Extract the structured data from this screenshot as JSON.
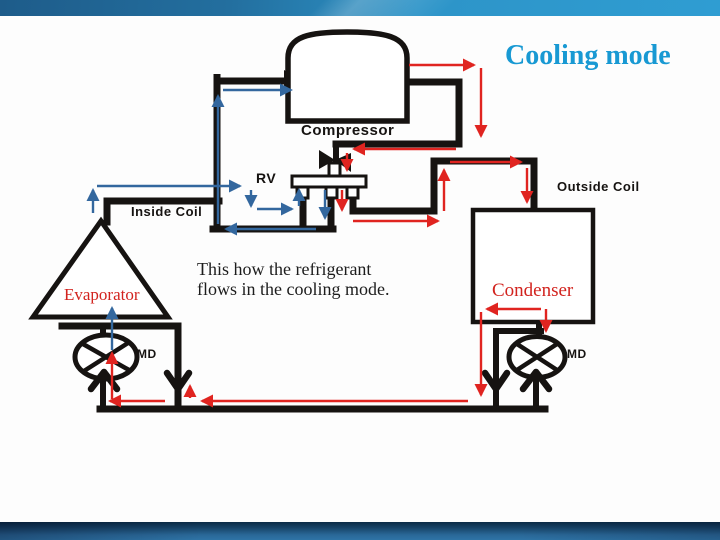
{
  "title": "Cooling mode",
  "note": {
    "line1": "This how the refrigerant",
    "line2": "flows in the cooling mode."
  },
  "labels": {
    "compressor": "Compressor",
    "reversing_valve": "RV",
    "inside_coil": "Inside Coil",
    "outside_coil": "Outside Coil",
    "evaporator": "Evaporator",
    "condenser": "Condenser",
    "metering_device_left": "MD",
    "metering_device_right": "MD"
  },
  "colors": {
    "title_blue": "#1899d3",
    "flow_hot": "#e02420",
    "flow_cold": "#33679e",
    "label_red": "#d2231e",
    "pipe_black": "#161311",
    "banner_top_dark": "#1e5c8a",
    "banner_top_light": "#2f9dd2",
    "banner_bottom_dark": "#0b2b46",
    "banner_bottom_light": "#2e74a6"
  }
}
